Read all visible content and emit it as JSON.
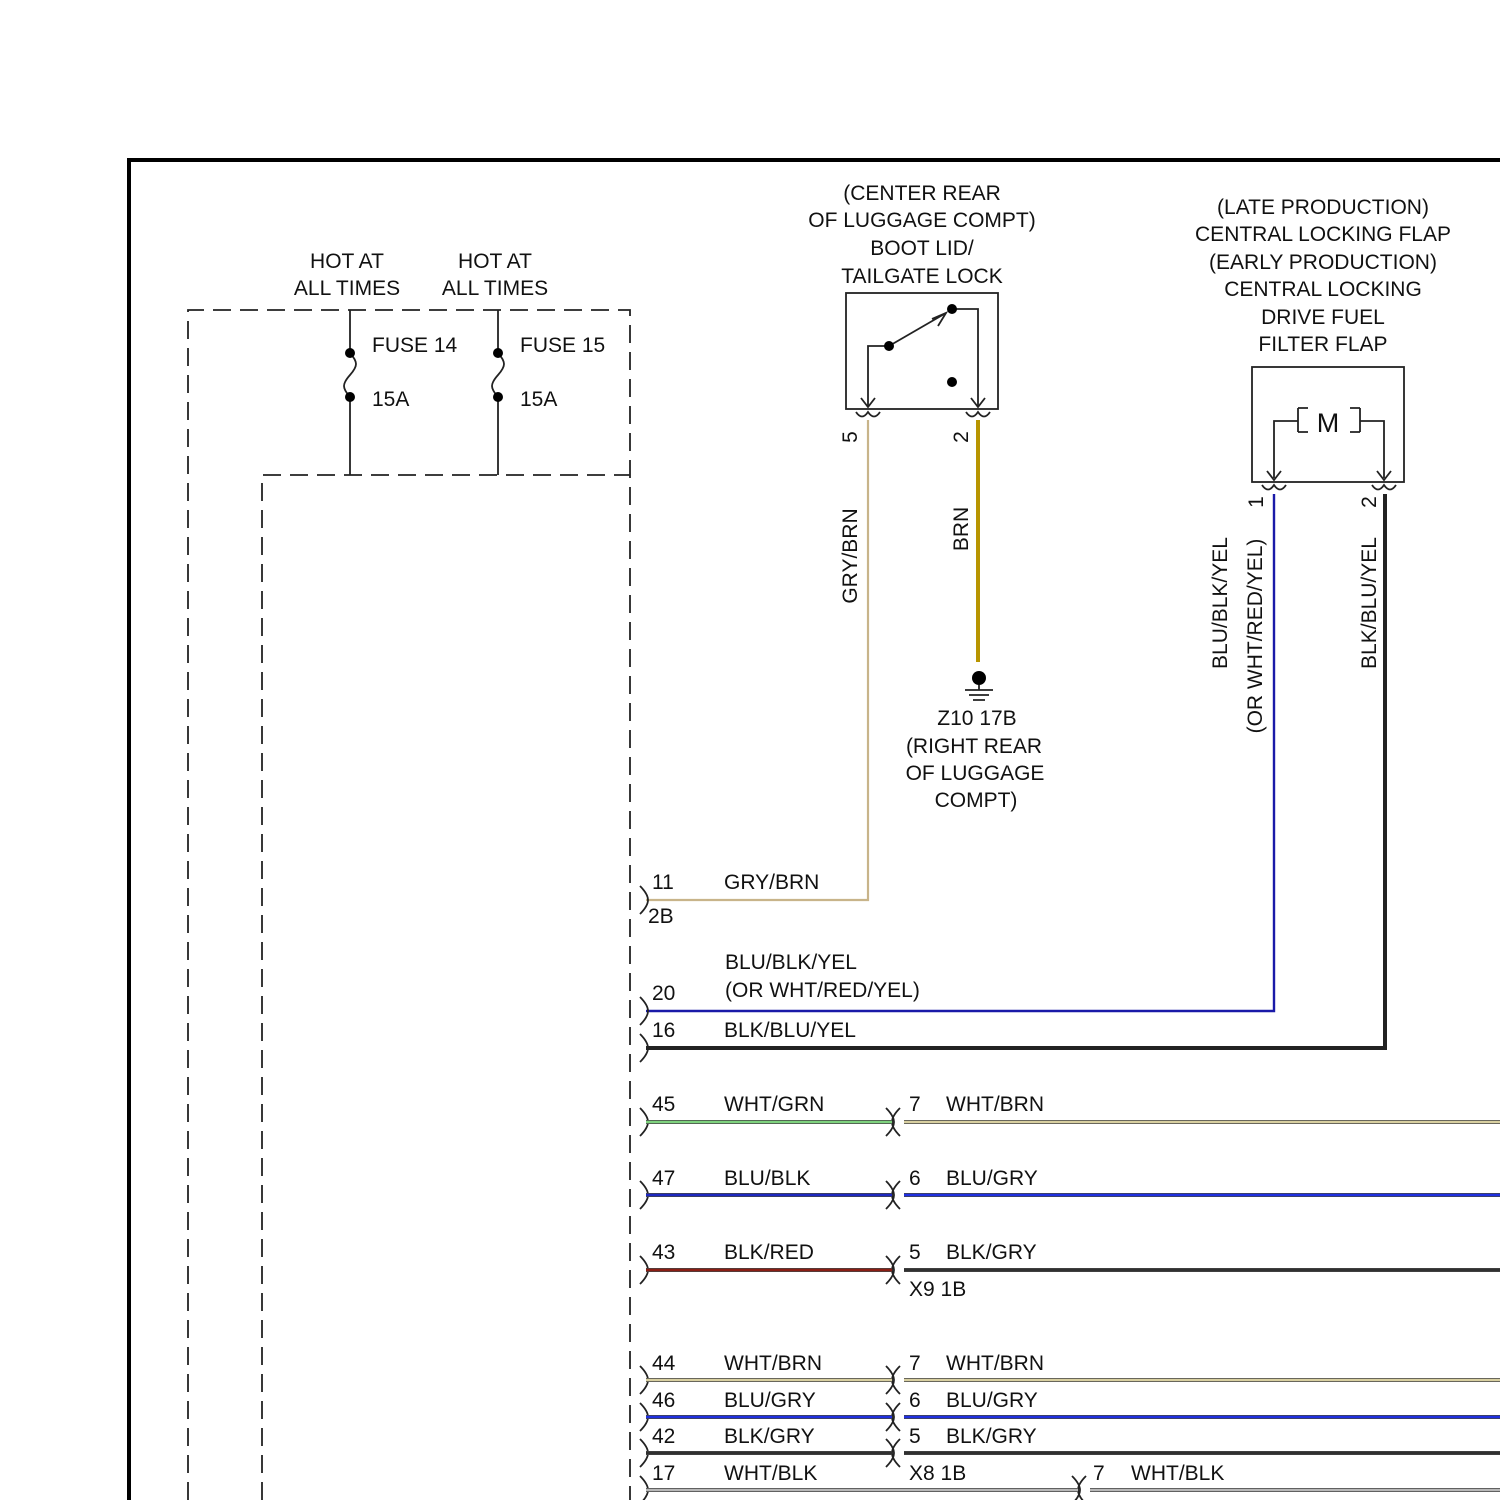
{
  "colors": {
    "GRY/BRN": "#c8b48a",
    "BRN": "#b89500",
    "BLU/BLK/YEL": "#1a1aa8",
    "BLK/BLU/YEL": "#222222",
    "WHT/GRN": "#7ed27e",
    "WHT/BRN": "#d8cfa0",
    "BLU/BLK": "#1e28c0",
    "BLU/GRY": "#2030e0",
    "BLK/RED": "#8a1e14",
    "BLK/GRY": "#303030",
    "WHT/BLK": "#b8b8b8"
  },
  "fuses": {
    "hot_1": "HOT AT",
    "hot_2": "ALL TIMES",
    "fuse14_name": "FUSE 14",
    "fuse14_rating": "15A",
    "fuse15_name": "FUSE 15",
    "fuse15_rating": "15A"
  },
  "boot_lid": {
    "label": [
      "(CENTER REAR",
      "OF LUGGAGE COMPT)",
      "BOOT LID/",
      "TAILGATE LOCK"
    ],
    "pin_left": "5",
    "pin_right": "2",
    "wire_left": "GRY/BRN",
    "wire_right": "BRN"
  },
  "ground": {
    "label": [
      "Z10 17B",
      "(RIGHT REAR",
      "OF LUGGAGE",
      "COMPT)"
    ]
  },
  "fuel_flap": {
    "label": [
      "(LATE PRODUCTION)",
      "CENTRAL LOCKING FLAP",
      "(EARLY PRODUCTION)",
      "CENTRAL LOCKING",
      "DRIVE FUEL",
      "FILTER FLAP"
    ],
    "motor": "M",
    "pin_left": "1",
    "pin_right": "2",
    "wire_left": "BLU/BLK/YEL",
    "wire_left_alt": "(OR WHT/RED/YEL)",
    "wire_right": "BLK/BLU/YEL"
  },
  "rows": [
    {
      "pin": "11",
      "wire": "GRY/BRN",
      "connector": "2B"
    },
    {
      "pin": "20",
      "wire": "BLU/BLK/YEL",
      "wire_alt": "(OR WHT/RED/YEL)"
    },
    {
      "pin": "16",
      "wire": "BLK/BLU/YEL"
    },
    {
      "pin": "45",
      "wire": "WHT/GRN",
      "out_pin": "7",
      "out_wire": "WHT/BRN"
    },
    {
      "pin": "47",
      "wire": "BLU/BLK",
      "out_pin": "6",
      "out_wire": "BLU/GRY"
    },
    {
      "pin": "43",
      "wire": "BLK/RED",
      "out_pin": "5",
      "out_wire": "BLK/GRY",
      "out_connector": "X9 1B"
    },
    {
      "pin": "44",
      "wire": "WHT/BRN",
      "out_pin": "7",
      "out_wire": "WHT/BRN"
    },
    {
      "pin": "46",
      "wire": "BLU/GRY",
      "out_pin": "6",
      "out_wire": "BLU/GRY"
    },
    {
      "pin": "42",
      "wire": "BLK/GRY",
      "out_pin": "5",
      "out_wire": "BLK/GRY"
    },
    {
      "pin": "17",
      "wire": "WHT/BLK",
      "out_connector": "X8 1B",
      "far_pin": "7",
      "far_wire": "WHT/BLK"
    }
  ]
}
